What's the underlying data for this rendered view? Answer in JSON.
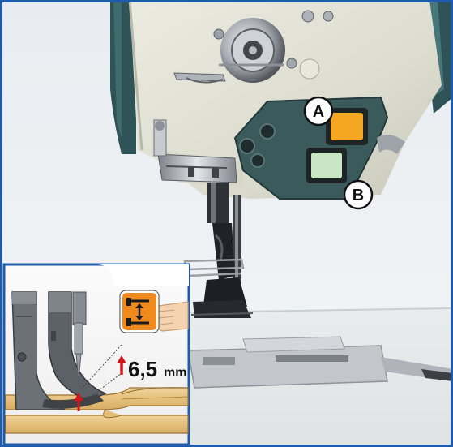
{
  "image": {
    "subject": "industrial-sewing-machine-head-with-control-panel",
    "callouts": [
      {
        "label": "A",
        "button_color": "#f5a623"
      },
      {
        "label": "B",
        "button_color": "#c8e6c4"
      }
    ],
    "inset": {
      "measurement_value": "6,5",
      "measurement_unit": "mm",
      "arrow_color": "#d0161b",
      "icon": "presser-foot-lift-icon",
      "icon_color": "#f08a1c",
      "frame_color": "#1f5ba8"
    }
  }
}
